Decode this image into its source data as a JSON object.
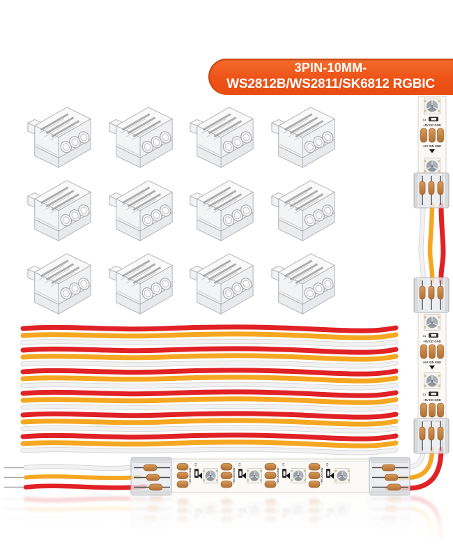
{
  "badge": {
    "line1": "3PIN-10MM-",
    "line2": "WS2812B/WS2811/SK6812 RGBIC"
  },
  "strip": {
    "label_top": "+5V DO GND",
    "label_bottom": "+5V DIN GND",
    "cap_label": "C1"
  },
  "connector_grid": {
    "rows": 3,
    "cols": 4,
    "count": 12
  },
  "wire_bundles": {
    "count": 6,
    "wire_colors": [
      "red",
      "yellow",
      "white"
    ]
  },
  "colors": {
    "badge_orange": "#ee5317",
    "badge_orange_light": "#f36d2d",
    "wire_red": "#e02125",
    "wire_yellow": "#f5a722",
    "wire_white": "#f1f1f1",
    "copper": "#c5854a",
    "copper_dark": "#9c6430",
    "strip_white": "#faf9f5"
  }
}
